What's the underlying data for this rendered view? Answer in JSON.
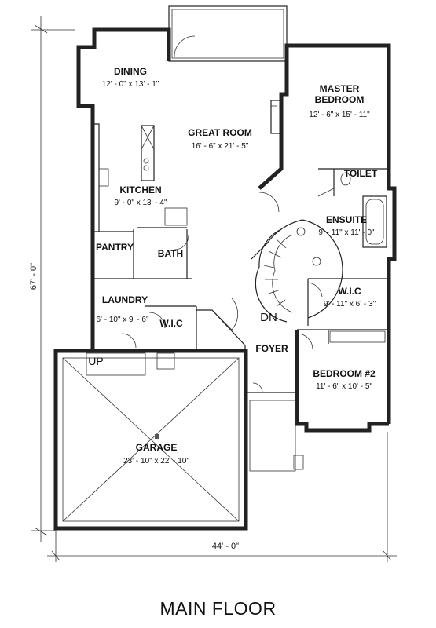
{
  "title": "MAIN FLOOR",
  "overall": {
    "depth": "67' - 0\"",
    "width": "44' - 0\""
  },
  "rooms": {
    "dining": {
      "name": "DINING",
      "size": "12' - 0\" x 13' - 1\""
    },
    "great_room": {
      "name": "GREAT ROOM",
      "size": "16' - 6\" x 21' - 5\""
    },
    "master": {
      "name_line1": "MASTER",
      "name_line2": "BEDROOM",
      "size": "12' - 6\" x 15' - 11\""
    },
    "toilet": {
      "name": "TOILET"
    },
    "kitchen": {
      "name": "KITCHEN",
      "size": "9' - 0\" x 13' - 4\""
    },
    "ensuite": {
      "name": "ENSUITE",
      "size": "9' - 11\" x 11' - 0\""
    },
    "pantry": {
      "name": "PANTRY"
    },
    "bath": {
      "name": "BATH"
    },
    "wic_master": {
      "name": "W.I.C",
      "size": "9' - 11\" x 6' - 3\""
    },
    "laundry": {
      "name": "LAUNDRY",
      "size": "6' - 10\" x 9' - 6\""
    },
    "wic_hall": {
      "name": "W.I.C"
    },
    "foyer": {
      "name": "FOYER"
    },
    "bedroom2": {
      "name": "BEDROOM #2",
      "size": "11' - 6\" x 10' - 5\""
    },
    "garage": {
      "name": "GARAGE",
      "size": "23' - 10\" x 22' - 10\""
    }
  },
  "stairs": {
    "down": "DN",
    "up": "UP"
  }
}
